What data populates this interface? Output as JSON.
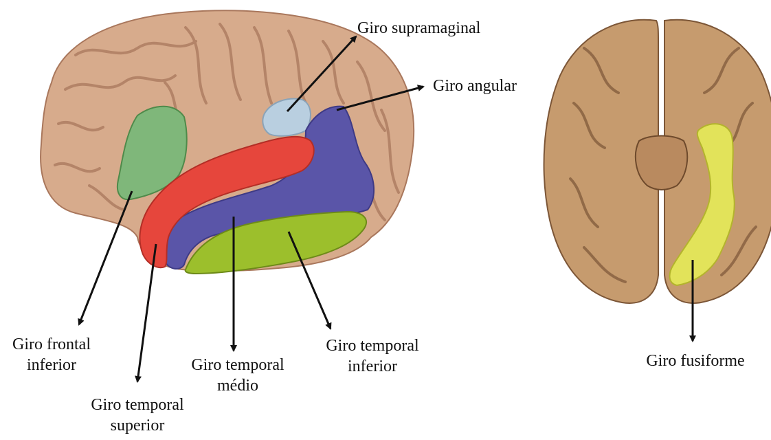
{
  "labels": {
    "supramarginal": "Giro supramaginal",
    "angular": "Giro angular",
    "frontal_inferior": [
      "Giro frontal",
      "inferior"
    ],
    "temporal_superior": [
      "Giro temporal",
      "superior"
    ],
    "temporal_medio": [
      "Giro temporal",
      "médio"
    ],
    "temporal_inferior": [
      "Giro temporal",
      "inferior"
    ],
    "fusiforme": "Giro fusiforme"
  },
  "colors": {
    "cortex": "#d7ab8c",
    "cortex_dark": "#a9775c",
    "inferior_frontal": "#7fb77a",
    "supramarginal": "#b9cfe0",
    "angular_and_middle_temporal": "#5a55a8",
    "superior_temporal": "#e6463c",
    "inferior_temporal": "#9cbf2c",
    "fusiform": "#e2e35a",
    "ventral_brain": "#c69b6e"
  }
}
